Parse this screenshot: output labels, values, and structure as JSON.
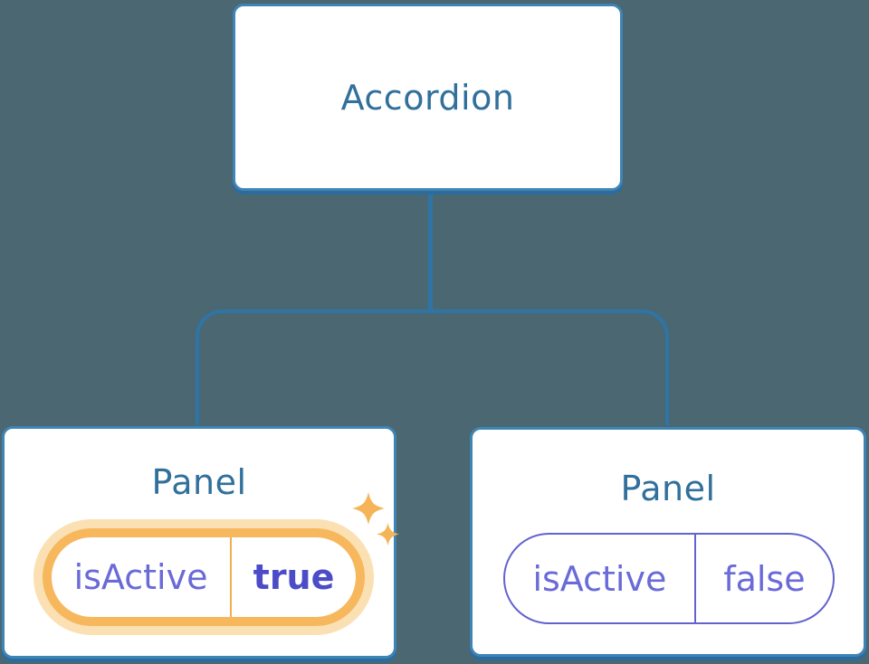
{
  "diagram": {
    "description": "Component tree diagram: Accordion parent with two Panel children showing isActive state",
    "root": {
      "label": "Accordion"
    },
    "panels": [
      {
        "label": "Panel",
        "state_key": "isActive",
        "state_value": "true",
        "active": true,
        "decoration": "sparkles-icon"
      },
      {
        "label": "Panel",
        "state_key": "isActive",
        "state_value": "false",
        "active": false
      }
    ],
    "colors": {
      "background": "#4A6772",
      "node_fill": "#FFFFFF",
      "node_border": "#3E84B5",
      "node_shadow": "#2C6C9C",
      "node_text": "#31709B",
      "connector": "#2E75A6",
      "state_text": "#6A6AD8",
      "state_value_active_text": "#4C4CC9",
      "inactive_pill_border": "#6363CE",
      "active_pill_ring": "#F7B75D",
      "active_pill_glow": "#FBE0B3",
      "active_pill_divider": "#F2AE55",
      "sparkle": "#F5B457"
    }
  }
}
